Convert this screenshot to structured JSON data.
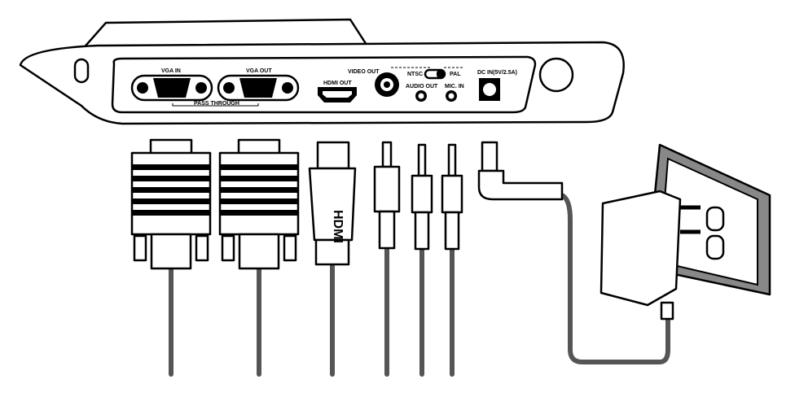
{
  "ports": {
    "vga_in": "VGA IN",
    "vga_out": "VGA OUT",
    "pass_through": "PASS THROUGH",
    "hdmi_out": "HDMI OUT",
    "video_out": "VIDEO OUT",
    "ntsc": "NTSC",
    "pal": "PAL",
    "audio_out": "AUDIO OUT",
    "mic_in": "MIC. IN",
    "dc_in": "DC IN(5V/2.5A)"
  },
  "connectors": {
    "hdmi_plug_text": "HDMI"
  },
  "colors": {
    "outline": "#000000",
    "cable": "#555555",
    "wall_plate": "#888888"
  }
}
